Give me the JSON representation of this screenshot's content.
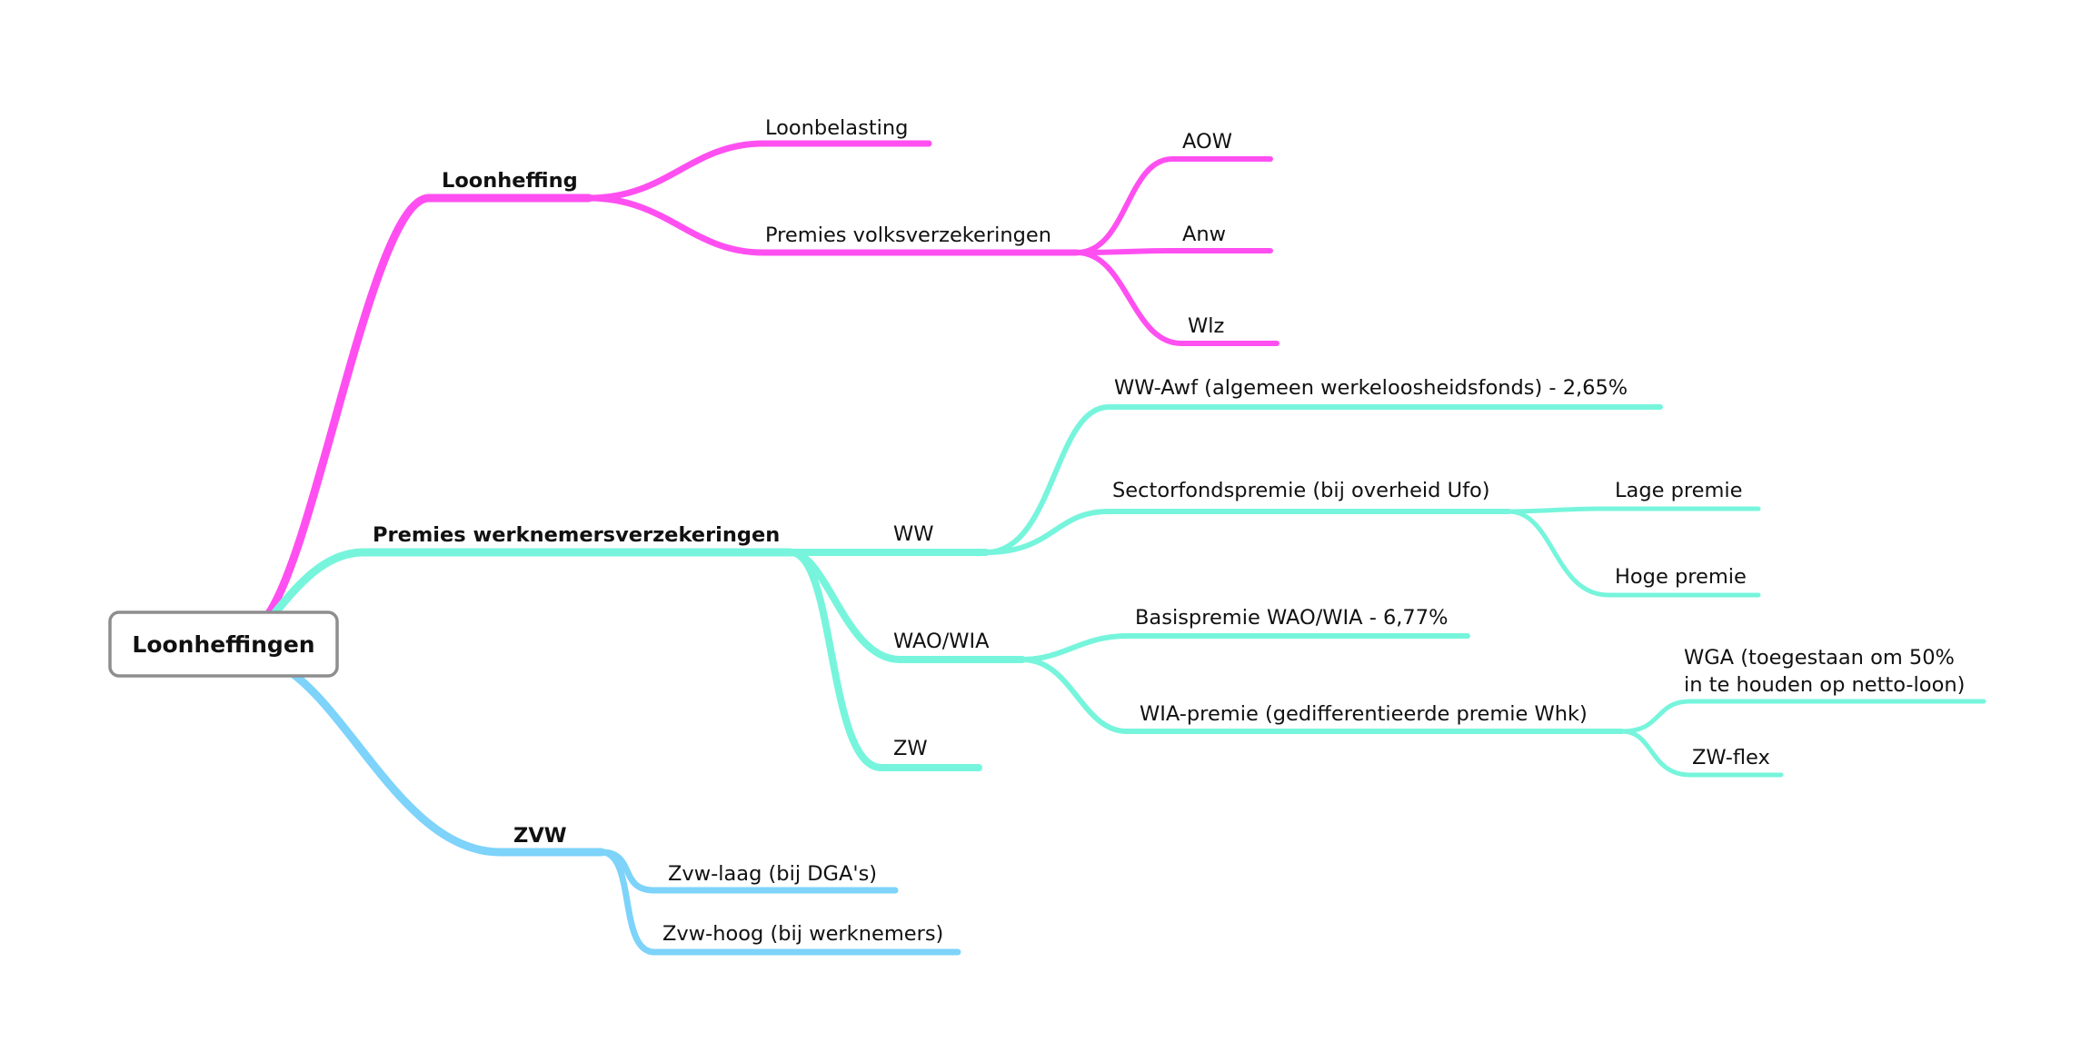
{
  "colors": {
    "loonheffing": "#ff4ff1",
    "werknemers": "#76f5dc",
    "zvw": "#7dd3fa",
    "root_border": "#8e8e8e",
    "text": "#111111"
  },
  "root": {
    "label": "Loonheffingen"
  },
  "branches": {
    "loonheffing": {
      "label": "Loonheffing",
      "loonbelasting": "Loonbelasting",
      "premies_volksverzekeringen": {
        "label": "Premies volksverzekeringen",
        "aow": "AOW",
        "anw": "Anw",
        "wlz": "Wlz"
      }
    },
    "werknemers": {
      "label": "Premies werknemersverzekeringen",
      "ww": {
        "label": "WW",
        "awf": "WW-Awf (algemeen werkeloosheidsfonds) - 2,65%",
        "sectorfonds": {
          "label": "Sectorfondspremie (bij overheid Ufo)",
          "lage": "Lage premie",
          "hoge": "Hoge premie"
        }
      },
      "wao_wia": {
        "label": "WAO/WIA",
        "basispremie": "Basispremie WAO/WIA - 6,77%",
        "wia_premie": {
          "label": "WIA-premie (gedifferentieerde premie Whk)",
          "wga_line1": "WGA (toegestaan om 50%",
          "wga_line2": "in te houden op netto-loon)",
          "zw_flex": "ZW-flex"
        }
      },
      "zw": "ZW"
    },
    "zvw": {
      "label": "ZVW",
      "laag": "Zvw-laag (bij DGA's)",
      "hoog": "Zvw-hoog (bij werknemers)"
    }
  }
}
